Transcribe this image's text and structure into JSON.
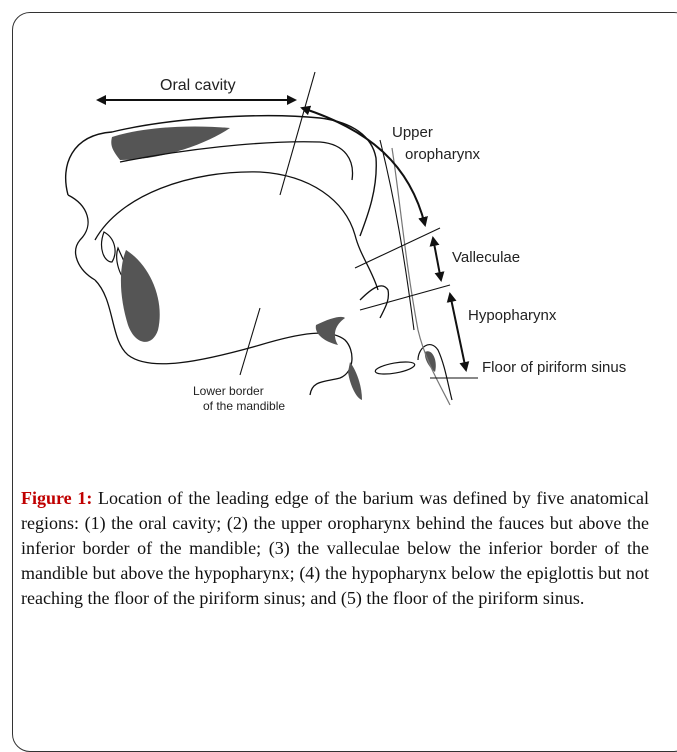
{
  "figure": {
    "labels": {
      "oral_cavity": "Oral cavity",
      "upper_oropharynx_1": "Upper",
      "upper_oropharynx_2": "oropharynx",
      "valleculae": "Valleculae",
      "hypopharynx": "Hypopharynx",
      "floor_piriform": "Floor of piriform sinus",
      "lower_border_1": "Lower border",
      "lower_border_2": "of the mandible"
    }
  },
  "caption": {
    "label": "Figure 1:",
    "text": " Location of the leading edge of the barium was defined by five anatomical regions: (1) the oral cavity; (2) the upper oropharynx behind the fauces but above the inferior border of the mandible; (3) the valleculae below the inferior border of the mandible but above the hypopharynx; (4) the hypopharynx below the epiglottis but not reaching the floor of the piriform sinus; and (5) the floor of the piriform sinus."
  }
}
